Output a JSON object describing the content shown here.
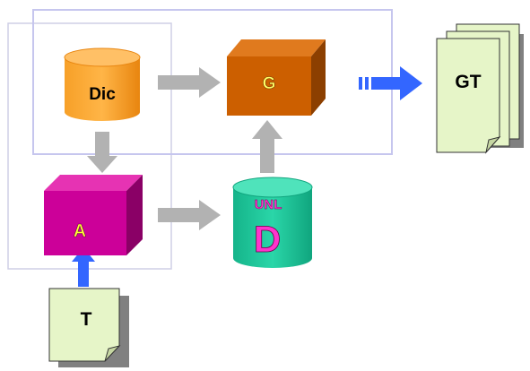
{
  "nodes": {
    "dic": {
      "label": "Dic",
      "color": "#f7941d"
    },
    "g": {
      "label": "G",
      "color": "#cc5f00"
    },
    "a": {
      "label": "A",
      "color": "#cc0099"
    },
    "unl_d": {
      "top_label": "UNL",
      "main_label": "D",
      "color": "#19c69a"
    },
    "gt": {
      "label": "GT",
      "color": "#e6f5c8"
    },
    "t": {
      "label": "T",
      "color": "#e6f5c8"
    }
  },
  "colors": {
    "gray_arrow": "#b2b2b2",
    "blue_arrow": "#3366ff",
    "frame": "#c8c8f0"
  }
}
